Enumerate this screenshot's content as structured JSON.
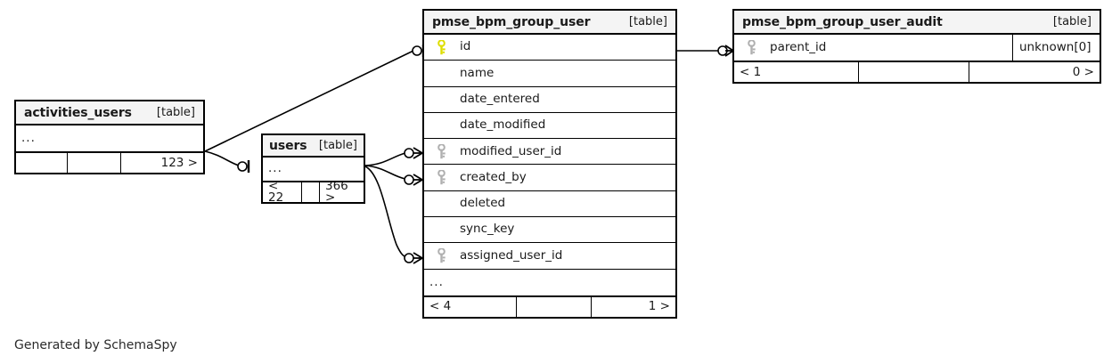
{
  "diagram": {
    "kind": "entity-relationship-diagram",
    "credit": "Generated by SchemaSpy",
    "table_tag": "[table]",
    "ellipsis": "...",
    "colors": {
      "primary_key": "#e8e800",
      "foreign_key": "#b3b3b3",
      "border": "#000000",
      "header_bg": "#f4f4f4",
      "page_bg": "#ffffff",
      "text": "#1a1a1a"
    }
  },
  "tables": {
    "pmse_bpm_group_user": {
      "name": "pmse_bpm_group_user",
      "tag": "[table]",
      "columns": [
        {
          "name": "id",
          "key": "primary"
        },
        {
          "name": "name",
          "key": "none"
        },
        {
          "name": "date_entered",
          "key": "none"
        },
        {
          "name": "date_modified",
          "key": "none"
        },
        {
          "name": "modified_user_id",
          "key": "foreign"
        },
        {
          "name": "created_by",
          "key": "foreign"
        },
        {
          "name": "deleted",
          "key": "none"
        },
        {
          "name": "sync_key",
          "key": "none"
        },
        {
          "name": "assigned_user_id",
          "key": "foreign"
        },
        {
          "name": "...",
          "key": "ellipsis"
        }
      ],
      "footer": {
        "left": "< 4",
        "middle": "",
        "right": "1 >"
      }
    },
    "pmse_bpm_group_user_audit": {
      "name": "pmse_bpm_group_user_audit",
      "tag": "[table]",
      "columns": [
        {
          "name": "parent_id",
          "key": "foreign",
          "type": "unknown[0]"
        }
      ],
      "footer": {
        "left": "< 1",
        "middle": "",
        "right": "0 >"
      }
    },
    "activities_users": {
      "name": "activities_users",
      "tag": "[table]",
      "columns": [
        {
          "name": "...",
          "key": "ellipsis"
        }
      ],
      "footer": {
        "left": "",
        "middle": "",
        "right": "123 >"
      }
    },
    "users": {
      "name": "users",
      "tag": "[table]",
      "columns": [
        {
          "name": "...",
          "key": "ellipsis"
        }
      ],
      "footer": {
        "left": "< 22",
        "middle": "",
        "right": "366 >"
      }
    }
  },
  "relationships": [
    {
      "from": "activities_users",
      "to": "pmse_bpm_group_user.id",
      "from_cardinality": "many",
      "to_cardinality": "zero-or-one"
    },
    {
      "from": "activities_users",
      "to": "users",
      "from_cardinality": "many",
      "to_cardinality": "one"
    },
    {
      "from": "users",
      "to": "pmse_bpm_group_user.modified_user_id",
      "from_cardinality": "one",
      "to_cardinality": "zero-or-many"
    },
    {
      "from": "users",
      "to": "pmse_bpm_group_user.created_by",
      "from_cardinality": "one",
      "to_cardinality": "zero-or-many"
    },
    {
      "from": "users",
      "to": "pmse_bpm_group_user.assigned_user_id",
      "from_cardinality": "one",
      "to_cardinality": "zero-or-many"
    },
    {
      "from": "pmse_bpm_group_user.id",
      "to": "pmse_bpm_group_user_audit.parent_id",
      "from_cardinality": "one",
      "to_cardinality": "zero-or-many"
    }
  ]
}
